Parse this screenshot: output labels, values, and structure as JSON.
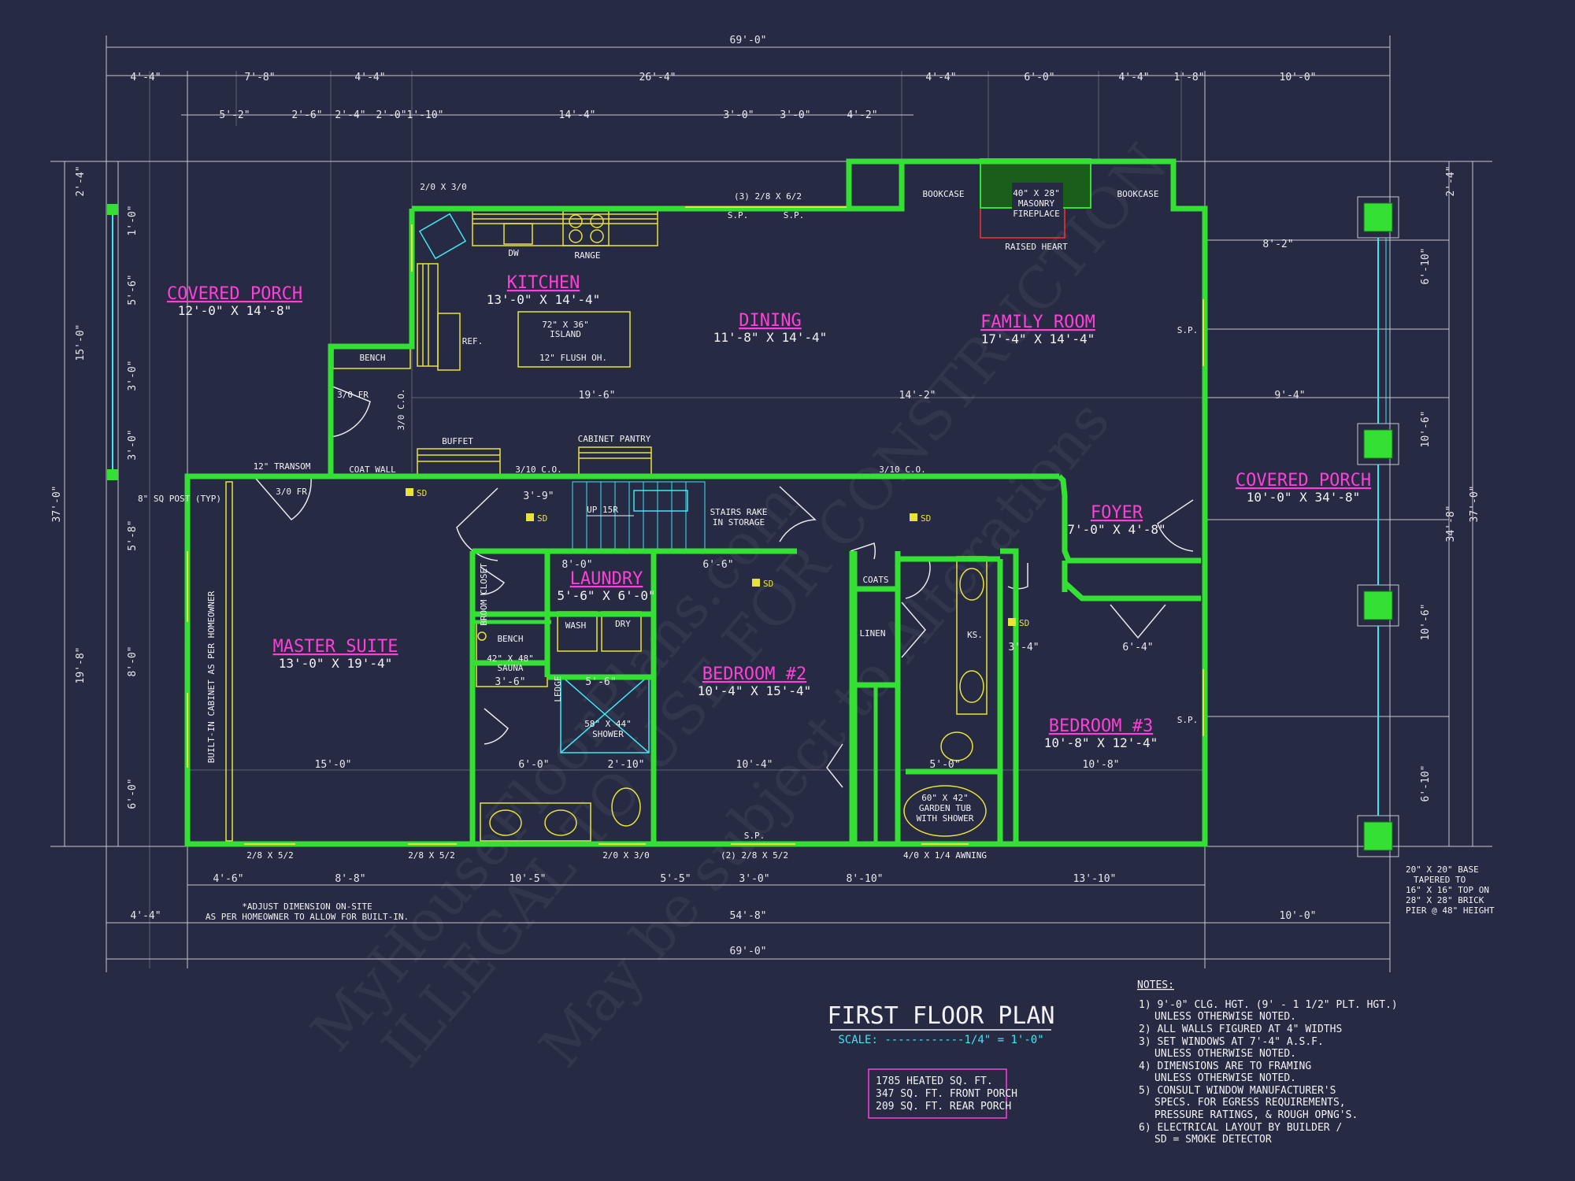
{
  "overall": {
    "top": "69'-0\"",
    "bottom": "69'-0\"",
    "left": "37'-0\"",
    "right": "37'-0\"",
    "mid_bottom": "54'-8\"",
    "right_inner": "34'-8\""
  },
  "top_dims_row1": [
    "4'-4\"",
    "7'-8\"",
    "4'-4\"",
    "26'-4\"",
    "4'-4\"",
    "6'-0\"",
    "4'-4\"",
    "1'-8\"",
    "10'-0\""
  ],
  "top_dims_row2": [
    "5'-2\"",
    "2'-6\"",
    "2'-4\"",
    "2'-0\"",
    "1'-10\"",
    "14'-4\"",
    "3'-0\"",
    "3'-0\"",
    "4'-2\""
  ],
  "bottom_dims_row1": [
    "4'-6\"",
    "8'-8\"",
    "10'-5\"",
    "5'-5\"",
    "3'-0\"",
    "8'-10\"",
    "13'-10\""
  ],
  "bottom_dims_row2": [
    "4'-4\"",
    "10'-0\""
  ],
  "left_dims": [
    "2'-4\"",
    "1'-0\"",
    "5'-6\"",
    "3'-0\"",
    "3'-0\"",
    "5'-8\"",
    "8'-0\"",
    "6'-0\"",
    "15'-0\"",
    "19'-8\""
  ],
  "right_dims": [
    "2'-4\"",
    "6'-10\"",
    "10'-6\"",
    "10'-6\"",
    "6'-10\""
  ],
  "rooms": [
    {
      "name": "COVERED PORCH",
      "size": "12'-0\" X 14'-8\""
    },
    {
      "name": "KITCHEN",
      "size": "13'-0\" X 14'-4\""
    },
    {
      "name": "DINING",
      "size": "11'-8\" X 14'-4\""
    },
    {
      "name": "FAMILY ROOM",
      "size": "17'-4\" X 14'-4\""
    },
    {
      "name": "COVERED PORCH",
      "size": "10'-0\" X 34'-8\""
    },
    {
      "name": "FOYER",
      "size": "7'-0\" X 4'-8\""
    },
    {
      "name": "LAUNDRY",
      "size": "5'-6\" X 6'-0\""
    },
    {
      "name": "MASTER SUITE",
      "size": "13'-0\" X 19'-4\""
    },
    {
      "name": "BEDROOM #2",
      "size": "10'-4\" X 15'-4\""
    },
    {
      "name": "BEDROOM #3",
      "size": "10'-8\" X 12'-4\""
    }
  ],
  "labels": {
    "bookcase_l": "BOOKCASE",
    "bookcase_r": "BOOKCASE",
    "fireplace_1": "40\" X 28\"",
    "fireplace_2": "MASONRY",
    "fireplace_3": "FIREPLACE",
    "raised_heart": "RAISED HEART",
    "dw": "DW",
    "range": "RANGE",
    "ref": "REF.",
    "island_1": "72\" X 36\"",
    "island_2": "ISLAND",
    "island_3": "12\" FLUSH OH.",
    "bench": "BENCH",
    "bench2": "BENCH",
    "buffet": "BUFFET",
    "cabinet_pantry": "CABINET PANTRY",
    "coat_wall": "COAT WALL",
    "transom": "12\" TRANSOM",
    "door_30fr": "3/0 FR",
    "door_30fr2": "3/0 FR",
    "co_1": "3/10 C.O.",
    "co_2": "3/10 C.O.",
    "co_3": "3/0 C.O.",
    "stairs_rake": "STAIRS RAKE",
    "in_storage": "IN STORAGE",
    "up": "UP 15R",
    "wash": "WASH",
    "dry": "DRY",
    "sauna_1": "42\" X 48\"",
    "sauna_2": "SAUNA",
    "ledge": "LEDGE",
    "shower_1": "58\" X 44\"",
    "shower_2": "SHOWER",
    "coats": "COATS",
    "linen": "LINEN",
    "ks": "KS.",
    "tub_1": "60\" X 42\"",
    "tub_2": "GARDEN TUB",
    "tub_3": "WITH SHOWER",
    "broom": "BROOM CLOSET",
    "builtin": "BUILT-IN CABINET AS PER HOMEOWNER",
    "post": "8\" SQ POST (TYP)",
    "pier_1": "20\" X 20\" BASE",
    "pier_2": "TAPERED TO",
    "pier_3": "16\" X 16\" TOP ON",
    "pier_4": "28\" X 28\" BRICK",
    "pier_5": "PIER @ 48\" HEIGHT",
    "adjust_1": "*ADJUST DIMENSION ON-SITE",
    "adjust_2": "AS PER HOMEOWNER TO ALLOW FOR BUILT-IN.",
    "win_kitchen": "2/0 X 3/0",
    "win_top": "(3) 2/8 X 6/2",
    "sp": "S.P.",
    "win_b1": "2/8 X 5/2",
    "win_b2": "2/8 X 5/2",
    "win_b3": "2/0 X 3/0",
    "win_b4": "(2) 2/8 X 5/2",
    "win_b5": "4/0 X 1/4 AWNING",
    "dim_19_6": "19'-6\"",
    "dim_14_2": "14'-2\"",
    "dim_9_4": "9'-4\"",
    "dim_8_2": "8'-2\"",
    "dim_3_9": "3'-9\"",
    "dim_8_0": "8'-0\"",
    "dim_6_6": "6'-6\"",
    "dim_5_6": "5'-6\"",
    "dim_3_6": "3'-6\"",
    "dim_15_0": "15'-0\"",
    "dim_6_0": "6'-0\"",
    "dim_2_10": "2'-10\"",
    "dim_10_4": "10'-4\"",
    "dim_5_0": "5'-0\"",
    "dim_10_8": "10'-8\"",
    "dim_6_4": "6'-4\"",
    "dim_3_4": "3'-4\"",
    "sd": "SD"
  },
  "title": {
    "main": "FIRST FLOOR PLAN",
    "scale": "SCALE: ------------1/4\" = 1'-0\""
  },
  "sqft": [
    "1785 HEATED SQ. FT.",
    "347 SQ. FT. FRONT PORCH",
    "209 SQ. FT. REAR PORCH"
  ],
  "notes": {
    "heading": "NOTES:",
    "lines": [
      "1) 9'-0\" CLG. HGT. (9' - 1 1/2\" PLT. HGT.)",
      "UNLESS OTHERWISE NOTED.",
      "2) ALL WALLS FIGURED AT 4\" WIDTHS",
      "3) SET WINDOWS AT 7'-4\" A.S.F.",
      "UNLESS OTHERWISE NOTED.",
      "4) DIMENSIONS ARE TO FRAMING",
      "UNLESS OTHERWISE NOTED.",
      "5) CONSULT WINDOW MANUFACTURER'S",
      "SPECS. FOR EGRESS REQUIREMENTS,",
      "PRESSURE RATINGS, & ROUGH OPNG'S.",
      "6) ELECTRICAL LAYOUT BY BUILDER /",
      "SD = SMOKE DETECTOR"
    ]
  },
  "watermark": [
    "MyHouseFloorPlans.com",
    "ILLEGAL TO USE FOR CONSTRUCTION",
    "May be subject to Alterations"
  ],
  "colors": {
    "background": "#262a42",
    "wall": "#33e033",
    "room_label": "#ff3fd8",
    "fixture": "#e8e23a",
    "scale": "#3fe6f0"
  }
}
